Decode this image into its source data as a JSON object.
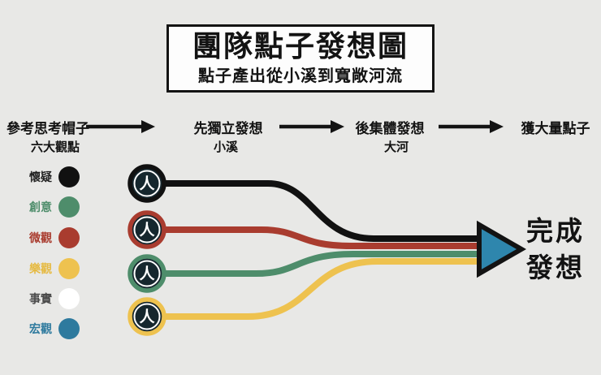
{
  "title": {
    "main": "團隊點子發想圖",
    "subtitle": "點子產出從小溪到寬敞河流"
  },
  "flow_steps": [
    {
      "label": "參考思考帽子",
      "sublabel": "六大觀點"
    },
    {
      "label": "先獨立發想",
      "sublabel": "小溪"
    },
    {
      "label": "後集體發想",
      "sublabel": "大河"
    },
    {
      "label": "獲大量點子",
      "sublabel": ""
    }
  ],
  "legend": {
    "items": [
      {
        "label": "懷疑",
        "dot_color": "#111111",
        "label_color": "#1f1f1f"
      },
      {
        "label": "創意",
        "dot_color": "#4e8d6b",
        "label_color": "#4e8d6b"
      },
      {
        "label": "微觀",
        "dot_color": "#a93c2f",
        "label_color": "#a93c2f"
      },
      {
        "label": "樂觀",
        "dot_color": "#eec24f",
        "label_color": "#e6ba42"
      },
      {
        "label": "事實",
        "dot_color": "#ffffff",
        "label_color": "#4a4a4a"
      },
      {
        "label": "宏觀",
        "dot_color": "#2e7a9e",
        "label_color": "#2e7a9e"
      }
    ]
  },
  "streams": {
    "person_glyph": "人",
    "items": [
      {
        "id": "stream-black",
        "color": "#111111"
      },
      {
        "id": "stream-red",
        "color": "#a93c2f"
      },
      {
        "id": "stream-green",
        "color": "#4e8d6b"
      },
      {
        "id": "stream-yellow",
        "color": "#eec24f"
      }
    ]
  },
  "result": {
    "line1": "完成",
    "line2": "發想"
  },
  "colors": {
    "background": "#e8e8e6",
    "panel": "#fdfdfd",
    "ink": "#131313",
    "navy": "#16272e",
    "white": "#ffffff",
    "arrowhead": "#2e86ad"
  }
}
